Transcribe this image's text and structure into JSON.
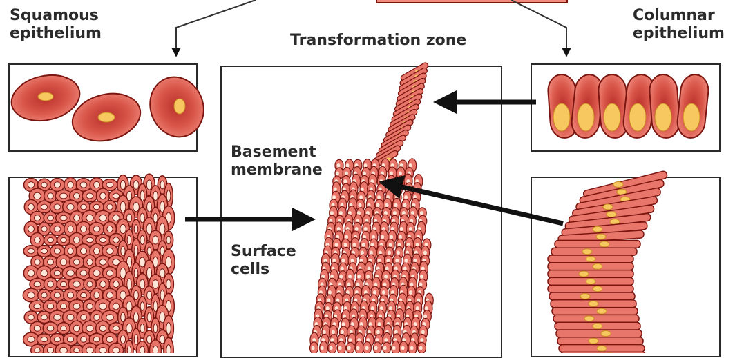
{
  "labels": {
    "squamous": [
      "Squamous",
      "epithelium"
    ],
    "transformation": "Transformation zone",
    "columnar": [
      "Columnar",
      "epithelium"
    ],
    "basement": [
      "Basement",
      "membrane"
    ],
    "surface": [
      "Surface",
      "cells"
    ]
  },
  "colors": {
    "cell_fill": "#e8766a",
    "cell_dark": "#b8302a",
    "cell_outline": "#7a1510",
    "nucleus": "#f6c85f",
    "arrow": "#111111",
    "panel_border": "#2a2a2a"
  }
}
